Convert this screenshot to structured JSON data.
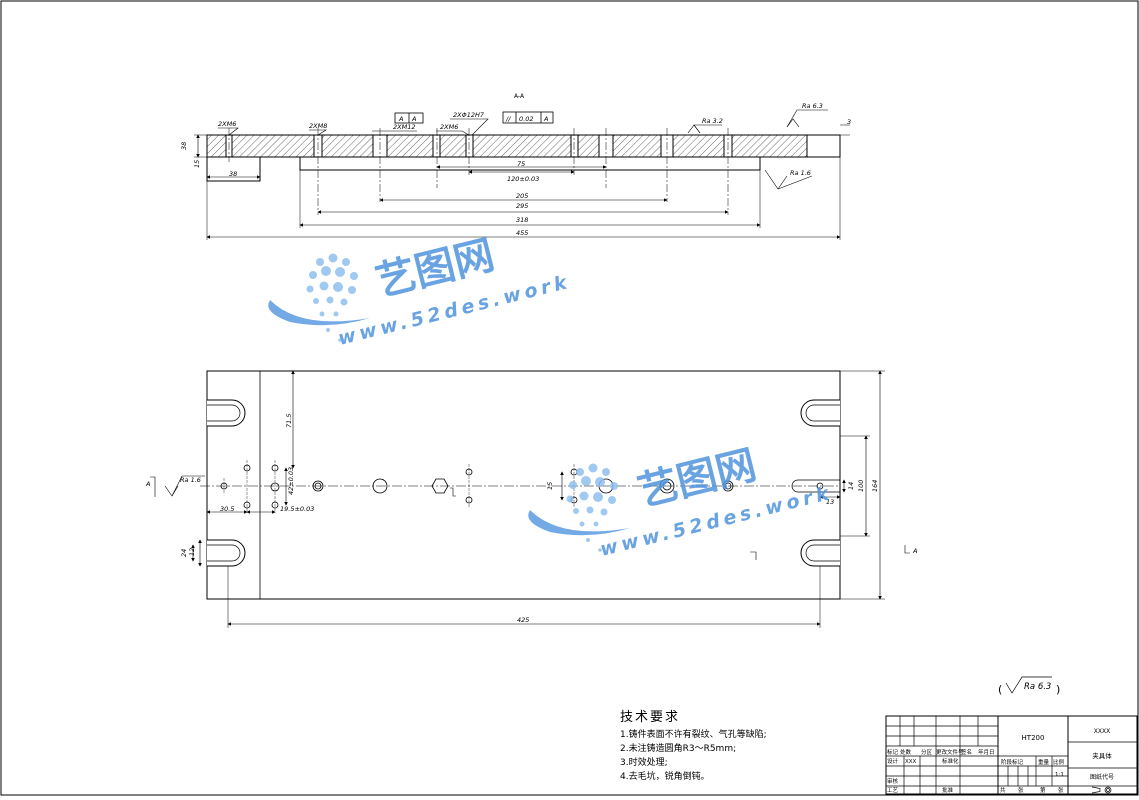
{
  "drawing": {
    "front_view": {
      "section_label": "A-A",
      "hole_callouts": [
        "2XM6",
        "2XM8",
        "2XM12",
        "2XM6",
        "2XΦ12H7"
      ],
      "tolerance_frame": [
        "//",
        "0.02",
        "A"
      ],
      "datum_box": "A",
      "datum_mark": "A",
      "roughness": [
        "Ra 3.2",
        "Ra 6.3",
        "Ra 1.6"
      ],
      "dims": [
        "38",
        "15",
        "38",
        "3",
        "75",
        "120±0.03",
        "205",
        "295",
        "318",
        "455"
      ]
    },
    "plan_view": {
      "roughness": "Ra 1.6",
      "dims": [
        "71.5",
        "42±0.03",
        "30.5",
        "19.5±0.03",
        "15",
        "14",
        "100",
        "164",
        "13",
        "24",
        "12",
        "425"
      ],
      "section_marks": [
        "A",
        "A"
      ]
    },
    "general_roughness": "Ra 6.3"
  },
  "watermark": {
    "brand": "艺图网",
    "url": "www.52des.work"
  },
  "technical_requirements": {
    "title": "技术要求",
    "items": [
      "1.铸件表面不许有裂纹、气孔等缺陷;",
      "2.未注铸造圆角R3～R5mm;",
      "3.时效处理;",
      "4.去毛坑，锐角倒钝。"
    ]
  },
  "title_block": {
    "material": "HT200",
    "company": "XXXX",
    "part_name": "夹具体",
    "drawing_no_label": "图纸代号",
    "scale": "1:1",
    "designer": "XXX",
    "labels": [
      "标记",
      "处数",
      "分区",
      "更改文件号",
      "签名",
      "年月日",
      "设计",
      "标准化",
      "阶段标记",
      "重量",
      "比例",
      "审核",
      "工艺",
      "批准",
      "共",
      "张",
      "第",
      "张"
    ]
  }
}
